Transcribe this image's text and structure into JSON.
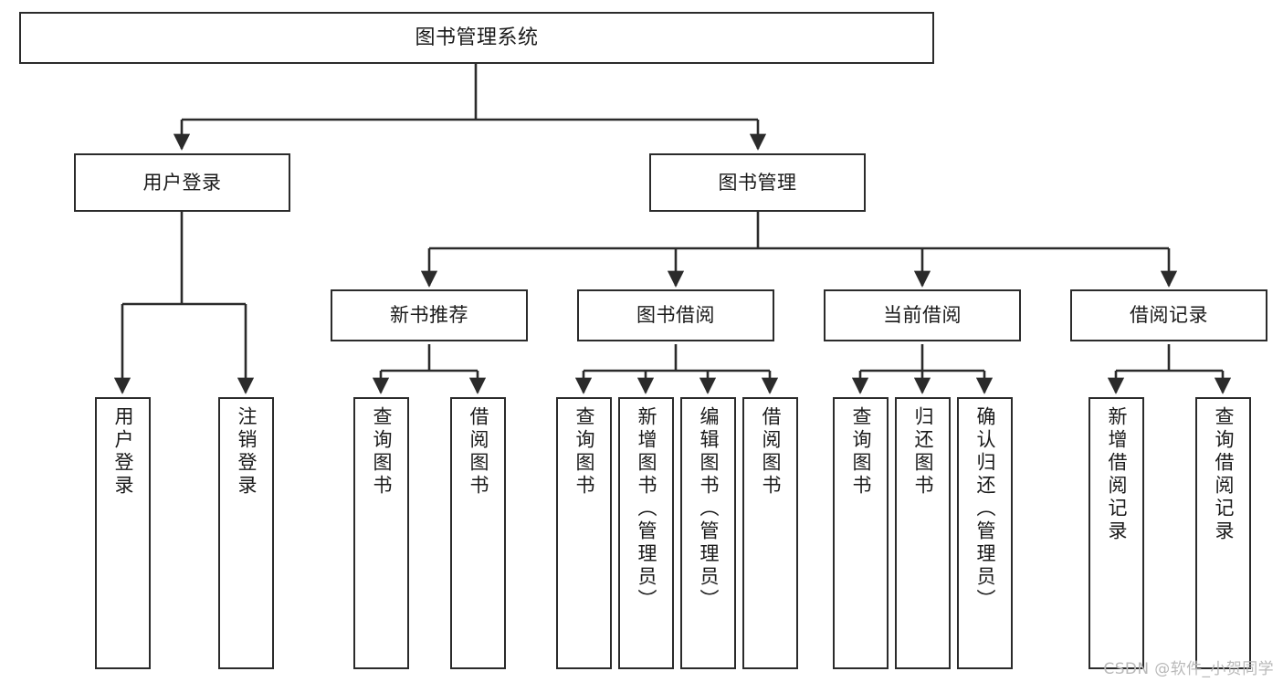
{
  "diagram": {
    "type": "tree-hierarchy",
    "title": "图书管理系统",
    "orientation": "top-down",
    "colors": {
      "box_border": "#2b2b2b",
      "box_fill": "#ffffff",
      "connector": "#2b2b2b",
      "text": "#1a1a1a",
      "watermark": "#b9b9b9",
      "background": "#ffffff"
    }
  },
  "nodes": {
    "root": {
      "label": "图书管理系统",
      "level": 1
    },
    "level2": [
      {
        "id": "user-login",
        "label": "用户登录"
      },
      {
        "id": "book-management",
        "label": "图书管理"
      }
    ],
    "level3": [
      {
        "id": "new-book-recommend",
        "label": "新书推荐"
      },
      {
        "id": "book-borrow",
        "label": "图书借阅"
      },
      {
        "id": "current-borrow",
        "label": "当前借阅"
      },
      {
        "id": "borrow-record",
        "label": "借阅记录"
      }
    ],
    "leaves": {
      "user-login": [
        {
          "id": "leaf-user-login",
          "label": "用户登录"
        },
        {
          "id": "leaf-logout-login",
          "label": "注销登录"
        }
      ],
      "new-book-recommend": [
        {
          "id": "leaf-query-book-1",
          "label": "查询图书"
        },
        {
          "id": "leaf-borrow-book-1",
          "label": "借阅图书"
        }
      ],
      "book-borrow": [
        {
          "id": "leaf-query-book-2",
          "label": "查询图书"
        },
        {
          "id": "leaf-add-book-admin",
          "label": "新增图书（管理员）"
        },
        {
          "id": "leaf-edit-book-admin",
          "label": "编辑图书（管理员）"
        },
        {
          "id": "leaf-borrow-book-2",
          "label": "借阅图书"
        }
      ],
      "current-borrow": [
        {
          "id": "leaf-query-book-3",
          "label": "查询图书"
        },
        {
          "id": "leaf-return-book",
          "label": "归还图书"
        },
        {
          "id": "leaf-confirm-return-admin",
          "label": "确认归还（管理员）"
        }
      ],
      "borrow-record": [
        {
          "id": "leaf-add-borrow-record",
          "label": "新增借阅记录"
        },
        {
          "id": "leaf-query-borrow-record",
          "label": "查询借阅记录"
        }
      ]
    }
  },
  "watermark": {
    "text": "CSDN @软件_小贺同学"
  }
}
